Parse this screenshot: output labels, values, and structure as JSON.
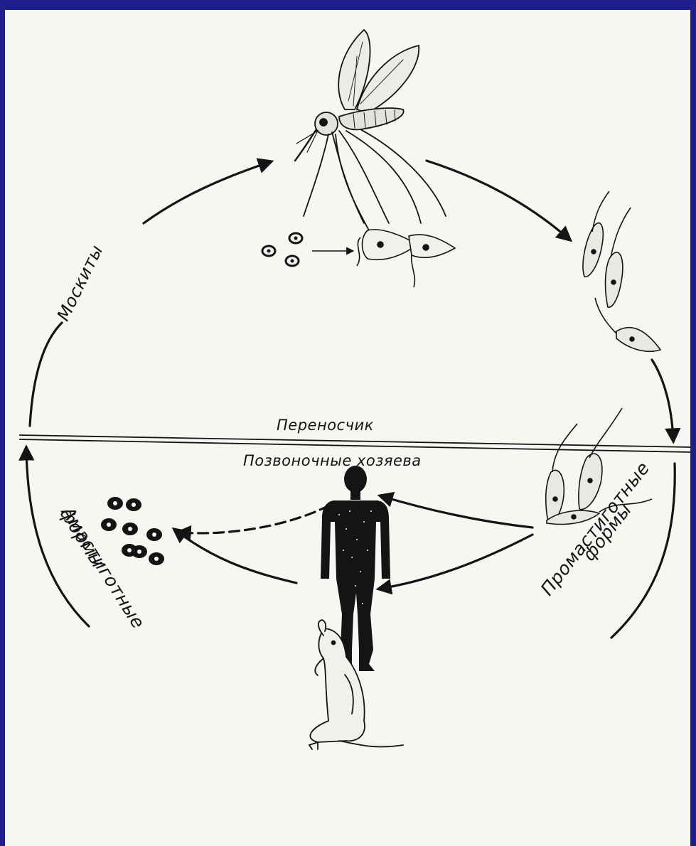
{
  "labels": {
    "vector": "Москиты",
    "carrier": "Переносчик",
    "vertebrate_hosts": "Позвоночные хозяева",
    "amastigote_line1": "Амастиготные",
    "amastigote_line2": "формы",
    "promastigote_line1": "Промастиготные",
    "promastigote_line2": "формы"
  },
  "colors": {
    "page_border": "#1e1e8c",
    "paper": "#f6f6f3",
    "ink": "#141414"
  },
  "icons": [
    "sandfly",
    "promastigote-parasite",
    "amastigote-cell",
    "human-silhouette",
    "rodent"
  ]
}
